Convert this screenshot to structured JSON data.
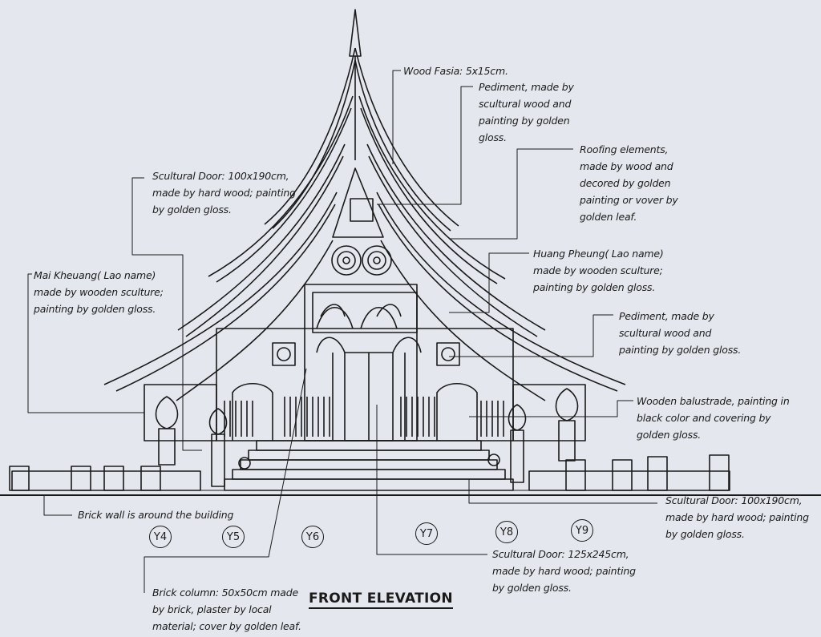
{
  "title": "FRONT ELEVATION",
  "annotations": {
    "wood_fasia": [
      "Wood Fasia: 5x15cm."
    ],
    "pediment_top": [
      "Pediment, made by",
      "scultural wood and",
      "painting by golden",
      "gloss."
    ],
    "roofing": [
      "Roofing elements,",
      "made by wood and",
      "decored by golden",
      "painting or vover by",
      "golden leaf."
    ],
    "scultural_door_top": [
      "Scultural Door: 100x190cm,",
      "made by hard wood; painting",
      "by golden gloss."
    ],
    "mai_kheunang": [
      "Mai Kheuang( Lao name)",
      "made by wooden sculture;",
      "painting by golden gloss."
    ],
    "huang_pheung": [
      "Huang Pheung( Lao name)",
      "made by wooden sculture;",
      "painting by golden gloss."
    ],
    "pediment_right": [
      "Pediment, made by",
      "scultural wood and",
      "painting by golden gloss."
    ],
    "balustrade": [
      "Wooden balustrade, painting in",
      "black color and covering by",
      "golden gloss."
    ],
    "brick_wall": [
      "Brick wall is around the building"
    ],
    "scultural_door_right": [
      "Scultural Door: 100x190cm,",
      "made by hard wood; painting",
      "by golden gloss."
    ],
    "scultural_door_center": [
      "Scultural Door: 125x245cm,",
      "made by hard wood; painting",
      "by golden gloss."
    ],
    "brick_column": [
      "Brick column: 50x50cm made",
      "by brick, plaster by local",
      "material; cover by golden leaf."
    ]
  },
  "axes": [
    "Y4",
    "Y5",
    "Y6",
    "Y7",
    "Y8",
    "Y9"
  ]
}
